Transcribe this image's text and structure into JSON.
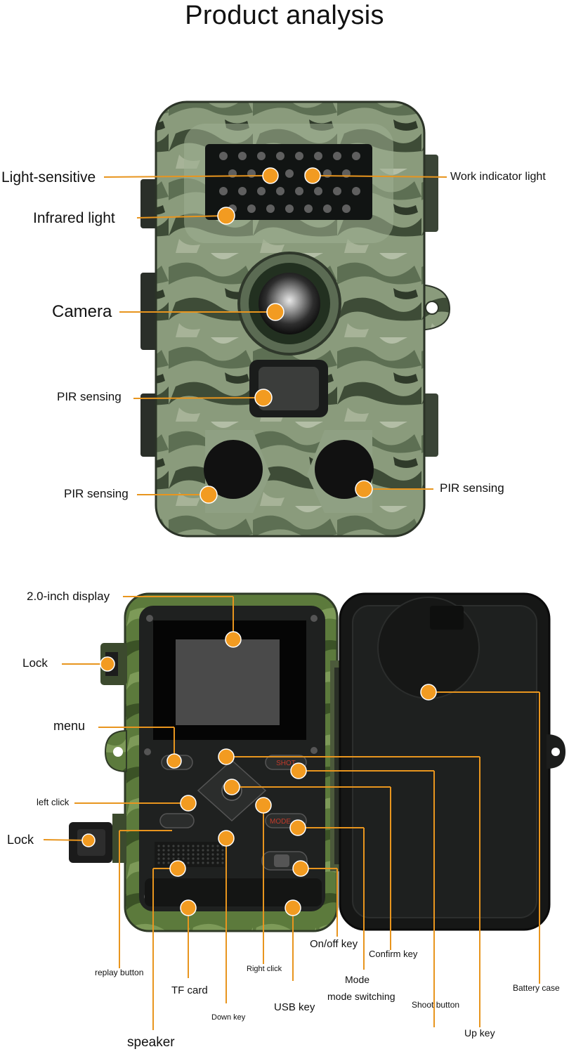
{
  "title": "Product analysis",
  "colors": {
    "callout": "#e8951e",
    "camo_light": "#9aa98a",
    "camo_mid": "#6d8061",
    "camo_dark": "#3f4d38",
    "panel_black": "#1d1f1e"
  },
  "top_labels": {
    "light_sensitive": "Light-sensitive",
    "work_indicator": "Work indicator light",
    "infrared": "Infrared light",
    "camera": "Camera",
    "pir_1": "PIR sensing",
    "pir_2": "PIR sensing",
    "pir_3": "PIR sensing"
  },
  "bottom_labels": {
    "display": "2.0-inch display",
    "lock_1": "Lock",
    "menu": "menu",
    "left_click": "left click",
    "lock_2": "Lock",
    "replay": "replay button",
    "tf_card": "TF card",
    "speaker": "speaker",
    "down_key": "Down key",
    "right_click": "Right click",
    "usb_key": "USB key",
    "onoff_key": "On/off key",
    "mode": "Mode",
    "mode_switching": "mode switching",
    "confirm_key": "Confirm key",
    "shoot_button": "Shoot button",
    "up_key": "Up key",
    "battery_case": "Battery case"
  },
  "button_text": {
    "shot": "SHOT",
    "mode": "MODE"
  }
}
